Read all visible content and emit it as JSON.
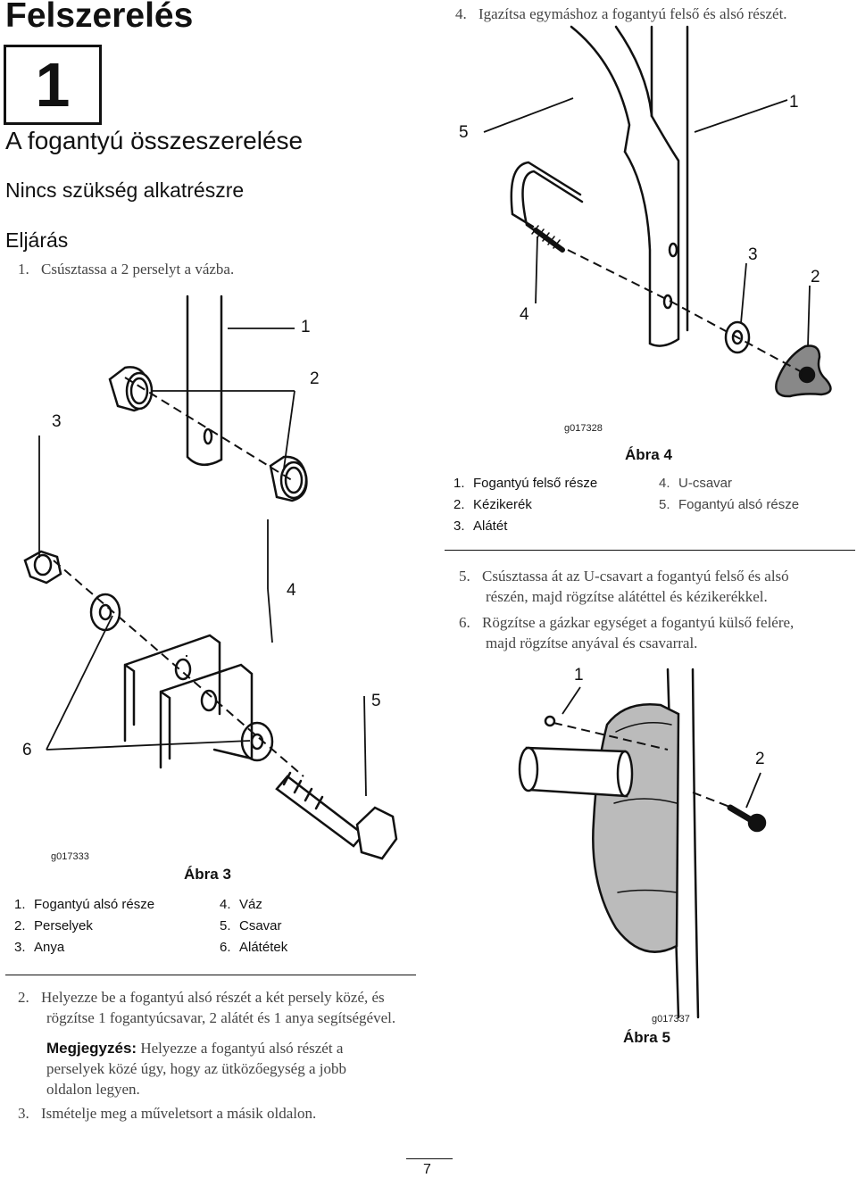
{
  "page": {
    "title": "Felszerelés",
    "step_number": "1",
    "section_title": "A fogantyú összeszerelése",
    "parts_note": "Nincs szükség alkatrészre",
    "procedure_title": "Eljárás",
    "page_number": "7"
  },
  "steps": {
    "s1": {
      "num": "1.",
      "text": "Csúsztassa a 2 perselyt a vázba."
    },
    "s2": {
      "num": "2.",
      "text_line1": "Helyezze be a fogantyú alsó részét a két persely közé, és",
      "text_line2": "rögzítse 1 fogantyúcsavar, 2 alátét és 1 anya segítségével."
    },
    "note": {
      "label": "Megjegyzés:",
      "line1": "Helyezze a fogantyú alsó részét a",
      "line2": "perselyek közé úgy, hogy az ütközőegység a jobb",
      "line3": "oldalon legyen."
    },
    "s3": {
      "num": "3.",
      "text": "Ismételje meg a műveletsort a másik oldalon."
    },
    "s4": {
      "num": "4.",
      "text": "Igazítsa egymáshoz a fogantyú felső és alsó részét."
    },
    "s5": {
      "num": "5.",
      "line1": "Csúsztassa át az U-csavart a fogantyú felső és alsó",
      "line2": "részén, majd rögzítse alátéttel és kézikerékkel."
    },
    "s6": {
      "num": "6.",
      "line1": "Rögzítse a gázkar egységet a fogantyú külső felére,",
      "line2": "majd rögzítse anyával és csavarral."
    }
  },
  "figure3": {
    "code": "g017333",
    "caption": "Ábra 3",
    "callouts": [
      "1",
      "2",
      "3",
      "4",
      "5",
      "6"
    ],
    "legend": [
      {
        "n": "1.",
        "label": "Fogantyú alsó része"
      },
      {
        "n": "2.",
        "label": "Perselyek"
      },
      {
        "n": "3.",
        "label": "Anya"
      },
      {
        "n": "4.",
        "label": "Váz"
      },
      {
        "n": "5.",
        "label": "Csavar"
      },
      {
        "n": "6.",
        "label": "Alátétek"
      }
    ]
  },
  "figure4": {
    "code": "g017328",
    "caption": "Ábra 4",
    "callouts": [
      "1",
      "2",
      "3",
      "4",
      "5"
    ],
    "legend": [
      {
        "n": "1.",
        "label": "Fogantyú felső része"
      },
      {
        "n": "2.",
        "label": "Kézikerék"
      },
      {
        "n": "3.",
        "label": "Alátét"
      },
      {
        "n": "4.",
        "label": "U-csavar"
      },
      {
        "n": "5.",
        "label": "Fogantyú alsó része"
      }
    ]
  },
  "figure5": {
    "code": "g017337",
    "caption": "Ábra 5",
    "callouts": [
      "1",
      "2"
    ]
  }
}
